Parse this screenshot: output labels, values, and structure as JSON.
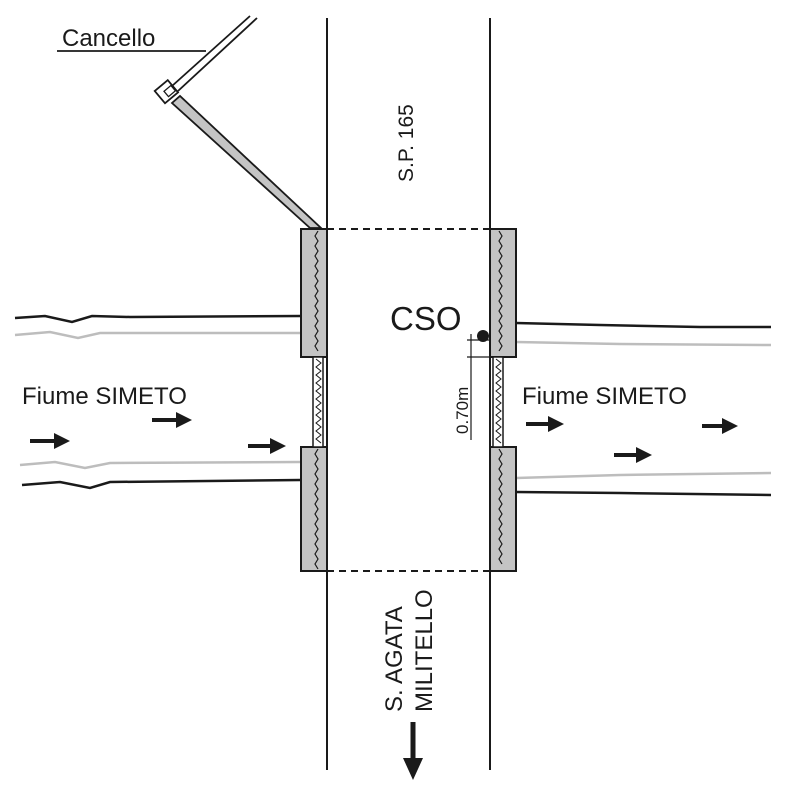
{
  "labels": {
    "gate": "Cancello",
    "road": "S.P. 165",
    "river_left": "Fiume SIMETO",
    "river_right": "Fiume SIMETO",
    "cso": "CSO",
    "dimension": "0.70m",
    "direction_line1": "S. AGATA",
    "direction_line2": "MILITELLO"
  },
  "colors": {
    "line": "#1a1a1a",
    "pier_fill": "#c4c4c4",
    "river_gray": "#bdbdbd",
    "background": "#ffffff"
  }
}
